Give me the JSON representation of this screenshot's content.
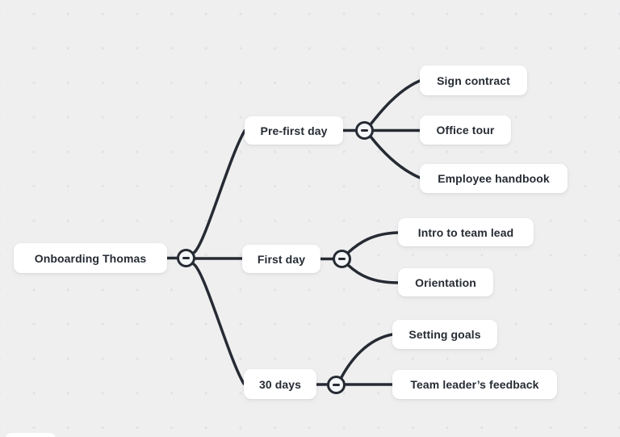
{
  "app": {
    "view": "mind-map-canvas"
  },
  "colors": {
    "canvas_background": "#efeff0",
    "grid_dot": "#e0e2e4",
    "edge_stroke": "#262b33",
    "node_background": "#ffffff",
    "node_text": "#262b33"
  },
  "icons": {
    "toggle": "minus-icon"
  },
  "mindmap": {
    "root": {
      "label": "Onboarding Thomas",
      "toggle_state": "expanded"
    },
    "branches": [
      {
        "label": "Pre-first day",
        "toggle_state": "expanded",
        "children": [
          {
            "label": "Sign contract"
          },
          {
            "label": "Office tour"
          },
          {
            "label": "Employee handbook"
          }
        ]
      },
      {
        "label": "First day",
        "toggle_state": "expanded",
        "children": [
          {
            "label": "Intro to team lead"
          },
          {
            "label": "Orientation"
          }
        ]
      },
      {
        "label": "30 days",
        "toggle_state": "expanded",
        "children": [
          {
            "label": "Setting goals"
          },
          {
            "label": "Team leader’s feedback"
          }
        ]
      }
    ]
  }
}
